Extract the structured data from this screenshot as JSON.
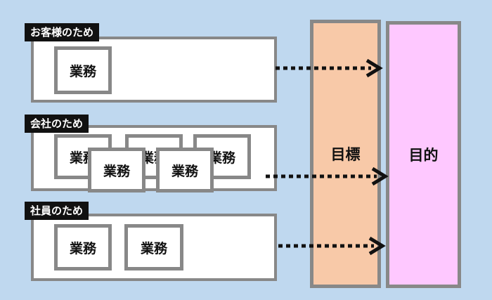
{
  "colors": {
    "background": "#bfd8ef",
    "goal_column": "#f8c9a8",
    "purpose_column": "#fec8ff",
    "border": "#888888",
    "tag_bg": "#111111"
  },
  "groups": [
    {
      "label": "お客様のため",
      "tasks": [
        "業務"
      ]
    },
    {
      "label": "会社のため",
      "tasks": [
        "業務",
        "業務",
        "業務",
        "業務",
        "業務"
      ]
    },
    {
      "label": "社員のため",
      "tasks": [
        "業務",
        "業務"
      ]
    }
  ],
  "columns": {
    "goal": "目標",
    "purpose": "目的"
  }
}
